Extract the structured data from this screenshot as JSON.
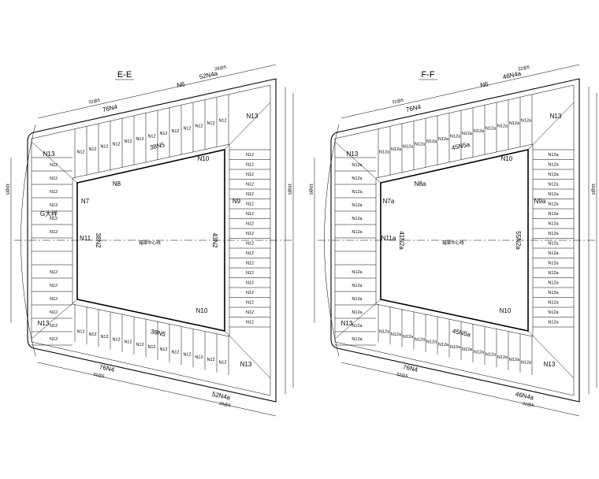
{
  "sections": [
    {
      "title": "E-E",
      "labels": {
        "top_main": "76N4",
        "top_side": "52N4a",
        "top_n6": "N6",
        "top_dim_left": "32@5",
        "top_dim_right": "28@5",
        "bot_main": "76N4",
        "bot_side": "52N4a",
        "bot_dim_left": "32@5",
        "bot_dim_right": "28@5",
        "n13_topleft": "N13",
        "n13_topright": "N13",
        "n13_botleft": "N13",
        "n13_botright": "N13",
        "n8": "N8",
        "n10_top": "N10",
        "n10_bot": "N10",
        "n7": "N7",
        "n9": "N9",
        "n11": "N11",
        "top_count": "38N5",
        "bot_count": "38N5",
        "left_count": "38N2",
        "right_count": "43N2",
        "center": "箱梁中心线",
        "left_note": "G大样",
        "web_cell": "N12",
        "side_dim": "16@5",
        "left_dim": "10@5"
      }
    },
    {
      "title": "F-F",
      "labels": {
        "top_main": "76N4",
        "top_side": "46N4a",
        "top_n6": "N6",
        "top_dim_left": "32@5",
        "top_dim_right": "22@5",
        "bot_main": "76N4",
        "bot_side": "46N4a",
        "bot_dim_left": "32@5",
        "bot_dim_right": "22@5",
        "n13_topleft": "N13",
        "n13_topright": "N13",
        "n13_botleft": "N13",
        "n13_botright": "N13",
        "n8": "N8a",
        "n10_top": "N10",
        "n10_bot": "N10",
        "n7": "N7a",
        "n9": "N9a",
        "n11": "N11a",
        "top_count": "45N5a",
        "bot_count": "45N5a",
        "left_count": "41N2a",
        "right_count": "55N2a",
        "center": "箱梁中心线",
        "left_note": "",
        "web_cell": "N12a",
        "side_dim": "16@5",
        "left_dim": "10@5"
      }
    }
  ]
}
